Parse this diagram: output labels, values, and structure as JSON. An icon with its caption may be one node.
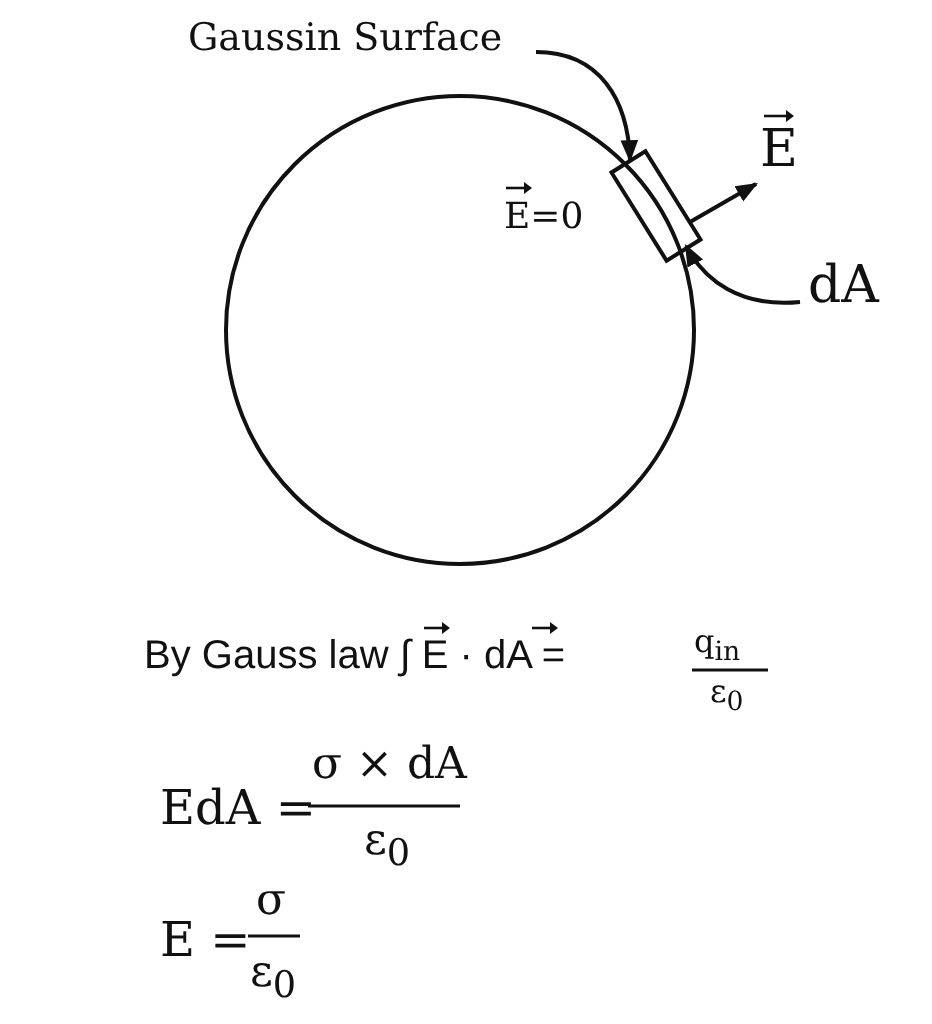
{
  "diagram": {
    "nodes": [
      {
        "text": [
          "Gaussin Surface"
        ]
      },
      {
        "text": [],
        "shape": "circle"
      },
      {
        "text": [],
        "shape": "box"
      },
      {
        "text": [
          "E"
        ]
      },
      {
        "text": [
          "dA"
        ]
      }
    ],
    "edges": [
      {
        "from": 0,
        "to": 1,
        "arrow": "to"
      },
      {
        "from": 2,
        "to": 3,
        "arrow": "to"
      },
      {
        "from": 4,
        "to": 2,
        "arrow": "to"
      }
    ],
    "labels": [
      "E=0",
      "By Gauss law ∫ E · dA =",
      "q$_{in}$",
      "ε$_{0}$",
      "EdA =",
      "σ × dA",
      "ε$_{0}$",
      "E =",
      "σ",
      "ε$_{0}$"
    ]
  }
}
